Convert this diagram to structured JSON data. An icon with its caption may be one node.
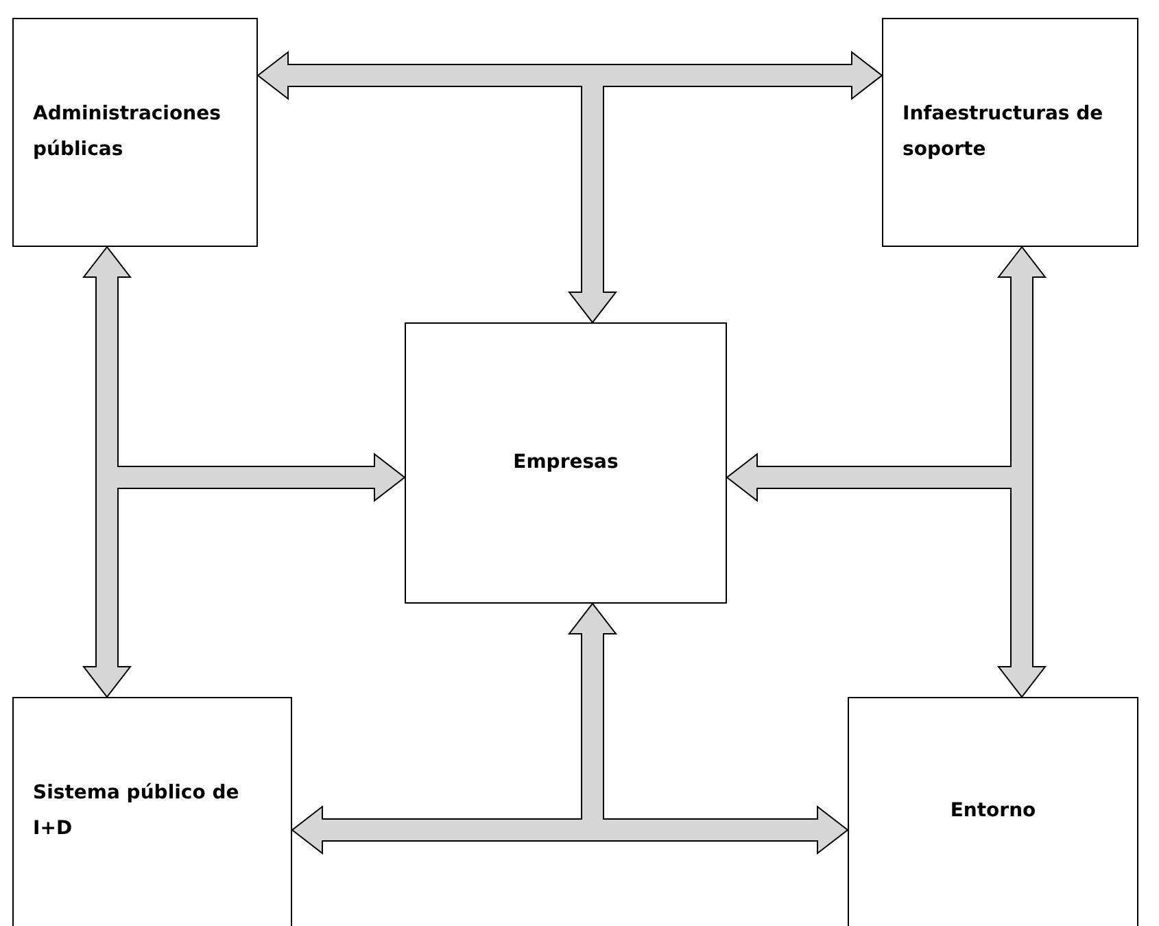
{
  "diagram": {
    "nodes": [
      {
        "text": [
          "Administraciones públicas"
        ]
      },
      {
        "text": [
          "Infaestructuras de soporte"
        ]
      },
      {
        "text": [
          "Empresas"
        ]
      },
      {
        "text": [
          "Sistema público de I+D"
        ]
      },
      {
        "text": [
          "Entorno"
        ]
      }
    ],
    "edges": [
      {
        "from": 0,
        "to": 1,
        "arrow": "both"
      },
      {
        "from": null,
        "to": 2,
        "arrow": "to"
      },
      {
        "from": 0,
        "to": 3,
        "arrow": "both"
      },
      {
        "from": null,
        "to": 2,
        "arrow": "to"
      },
      {
        "from": 1,
        "to": 4,
        "arrow": "both"
      },
      {
        "from": null,
        "to": 2,
        "arrow": "to"
      },
      {
        "from": 3,
        "to": 4,
        "arrow": "both"
      },
      {
        "from": null,
        "to": 2,
        "arrow": "to"
      }
    ]
  }
}
